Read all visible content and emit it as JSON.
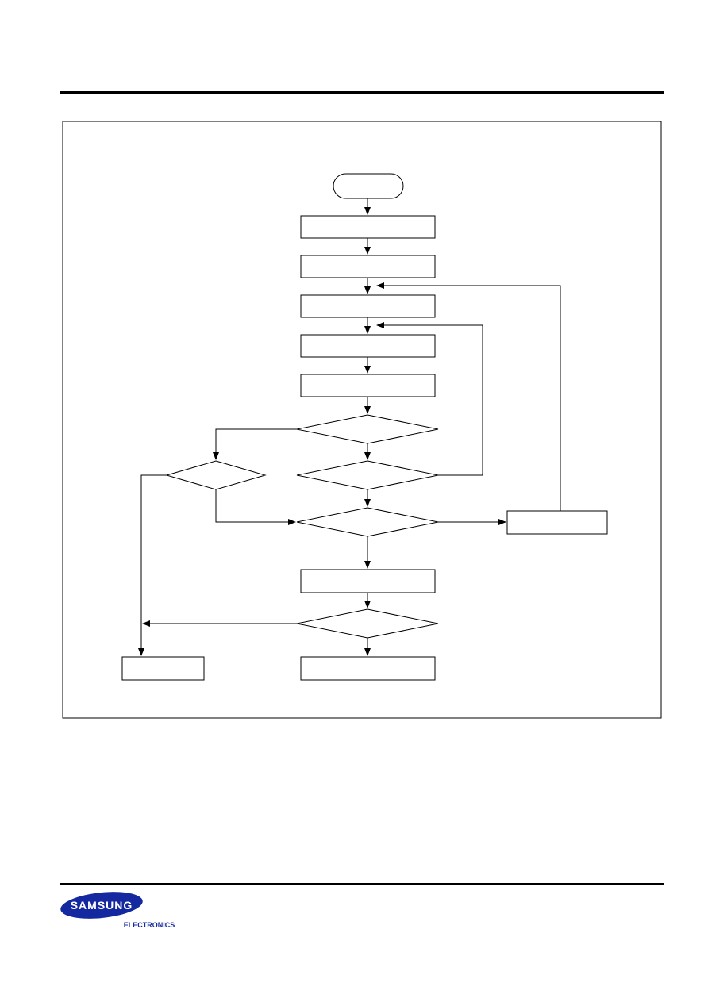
{
  "brand": {
    "logo_text": "SAMSUNG",
    "sub_text": "ELECTRONICS",
    "logo_color": "#1428a0"
  },
  "diagram": {
    "type": "flowchart",
    "nodes": [
      {
        "id": "start",
        "shape": "terminal",
        "label": ""
      },
      {
        "id": "step-1",
        "shape": "process",
        "label": ""
      },
      {
        "id": "step-2",
        "shape": "process",
        "label": ""
      },
      {
        "id": "step-3",
        "shape": "process",
        "label": ""
      },
      {
        "id": "step-4",
        "shape": "process",
        "label": ""
      },
      {
        "id": "step-5",
        "shape": "process",
        "label": ""
      },
      {
        "id": "decision-1",
        "shape": "decision",
        "label": ""
      },
      {
        "id": "decision-2",
        "shape": "decision",
        "label": ""
      },
      {
        "id": "decision-left",
        "shape": "decision",
        "label": ""
      },
      {
        "id": "decision-3",
        "shape": "decision",
        "label": ""
      },
      {
        "id": "side-process",
        "shape": "process",
        "label": ""
      },
      {
        "id": "step-6",
        "shape": "process",
        "label": ""
      },
      {
        "id": "decision-4",
        "shape": "decision",
        "label": ""
      },
      {
        "id": "end-left",
        "shape": "process",
        "label": ""
      },
      {
        "id": "end-main",
        "shape": "process",
        "label": ""
      }
    ],
    "edges": [
      {
        "from": "start",
        "to": "step-1"
      },
      {
        "from": "step-1",
        "to": "step-2"
      },
      {
        "from": "step-2",
        "to": "step-3"
      },
      {
        "from": "step-3",
        "to": "step-4"
      },
      {
        "from": "step-4",
        "to": "step-5"
      },
      {
        "from": "step-5",
        "to": "decision-1"
      },
      {
        "from": "decision-1",
        "to": "decision-2"
      },
      {
        "from": "decision-1",
        "to": "decision-left"
      },
      {
        "from": "decision-2",
        "to": "step-4"
      },
      {
        "from": "decision-2",
        "to": "decision-3"
      },
      {
        "from": "decision-left",
        "to": "decision-3"
      },
      {
        "from": "decision-left",
        "to": "end-left"
      },
      {
        "from": "decision-3",
        "to": "side-process"
      },
      {
        "from": "side-process",
        "to": "step-3"
      },
      {
        "from": "decision-3",
        "to": "step-6"
      },
      {
        "from": "step-6",
        "to": "decision-4"
      },
      {
        "from": "decision-4",
        "to": "end-main"
      },
      {
        "from": "decision-4",
        "to": "end-left"
      }
    ]
  }
}
